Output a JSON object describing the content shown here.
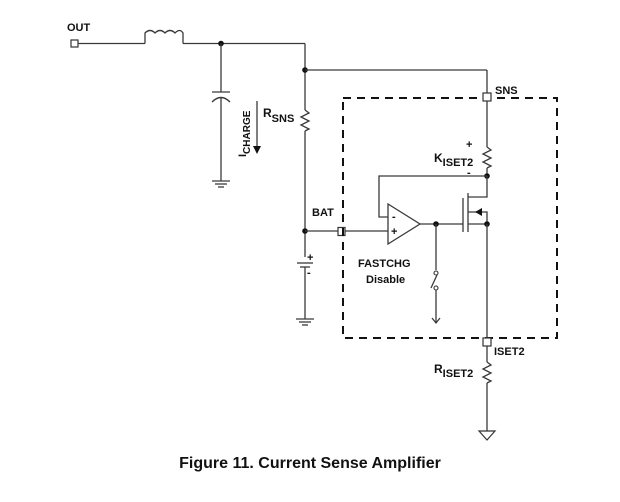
{
  "figure": {
    "caption": "Figure 11.  Current Sense Amplifier"
  },
  "labels": {
    "out": "OUT",
    "sns": "SNS",
    "bat": "BAT",
    "iset2_pin": "ISET2",
    "rsns_main": "R",
    "rsns_sub": "SNS",
    "icharge_main": "I",
    "icharge_sub": "CHARGE",
    "kiset2_main": "K",
    "kiset2_sub": "ISET2",
    "riset2_main": "R",
    "riset2_sub": "ISET2",
    "fastchg_line1": "FASTCHG",
    "fastchg_line2": "Disable",
    "plus": "+",
    "minus": "-"
  }
}
